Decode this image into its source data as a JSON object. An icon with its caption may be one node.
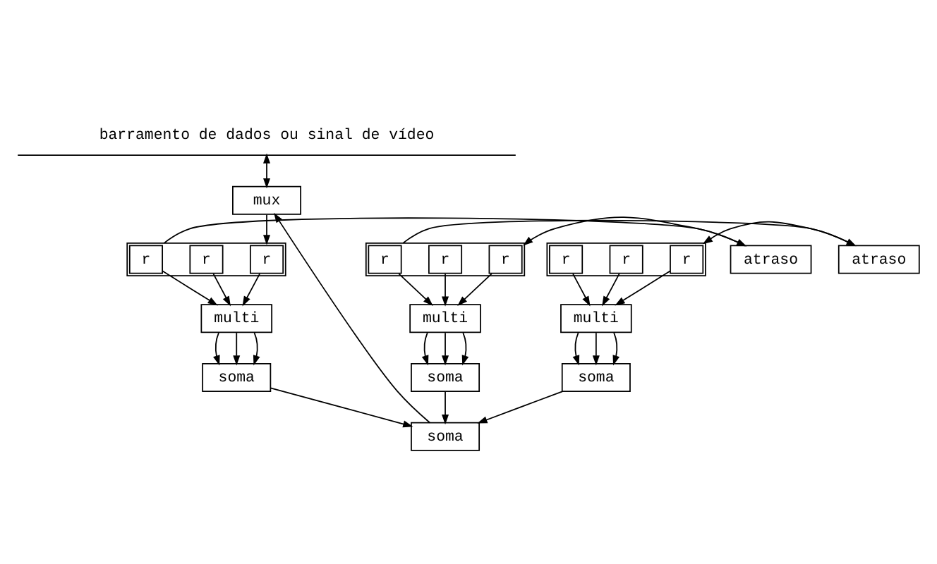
{
  "diagram": {
    "nodes": [
      {
        "text": [
          "barramento de dados ou sinal de vídeo"
        ]
      },
      {
        "text": [
          "mux"
        ]
      },
      {
        "text": [],
        "shape": "box"
      },
      {
        "text": [
          "r"
        ],
        "in": 2
      },
      {
        "text": [
          "r"
        ],
        "in": 2
      },
      {
        "text": [
          "r"
        ],
        "in": 2
      },
      {
        "text": [
          "atraso"
        ]
      },
      {
        "text": [],
        "shape": "box"
      },
      {
        "text": [
          "r"
        ],
        "in": 7
      },
      {
        "text": [
          "r"
        ],
        "in": 7
      },
      {
        "text": [
          "r"
        ],
        "in": 7
      },
      {
        "text": [
          "atraso"
        ]
      },
      {
        "text": [],
        "shape": "box"
      },
      {
        "text": [
          "r"
        ],
        "in": 12
      },
      {
        "text": [
          "r"
        ],
        "in": 12
      },
      {
        "text": [
          "r"
        ],
        "in": 12
      },
      {
        "text": [
          "multi"
        ]
      },
      {
        "text": [
          "multi"
        ]
      },
      {
        "text": [
          "multi"
        ]
      },
      {
        "text": [
          "soma"
        ]
      },
      {
        "text": [
          "soma"
        ]
      },
      {
        "text": [
          "soma"
        ]
      },
      {
        "text": [
          "soma"
        ]
      }
    ],
    "edges": [
      {
        "from": 0,
        "to": 1,
        "arrow": "both"
      },
      {
        "from": 1,
        "to": 2,
        "arrow": "to"
      },
      {
        "from": 2,
        "to": 6,
        "arrow": "to"
      },
      {
        "from": 6,
        "to": 7,
        "arrow": "to"
      },
      {
        "from": 7,
        "to": 11,
        "arrow": "to"
      },
      {
        "from": 11,
        "to": 12,
        "arrow": "to"
      },
      {
        "from": 3,
        "to": 16,
        "arrow": "to"
      },
      {
        "from": 4,
        "to": 16,
        "arrow": "to"
      },
      {
        "from": 5,
        "to": 16,
        "arrow": "to"
      },
      {
        "from": 8,
        "to": 17,
        "arrow": "to"
      },
      {
        "from": 9,
        "to": 17,
        "arrow": "to"
      },
      {
        "from": 10,
        "to": 17,
        "arrow": "to"
      },
      {
        "from": 13,
        "to": 18,
        "arrow": "to"
      },
      {
        "from": 14,
        "to": 18,
        "arrow": "to"
      },
      {
        "from": 15,
        "to": 18,
        "arrow": "to"
      },
      {
        "from": 16,
        "to": 19,
        "arrow": "to"
      },
      {
        "from": 16,
        "to": 19,
        "arrow": "to"
      },
      {
        "from": 16,
        "to": 19,
        "arrow": "to"
      },
      {
        "from": 17,
        "to": 20,
        "arrow": "to"
      },
      {
        "from": 17,
        "to": 20,
        "arrow": "to"
      },
      {
        "from": 17,
        "to": 20,
        "arrow": "to"
      },
      {
        "from": 18,
        "to": 21,
        "arrow": "to"
      },
      {
        "from": 18,
        "to": 21,
        "arrow": "to"
      },
      {
        "from": 18,
        "to": 21,
        "arrow": "to"
      },
      {
        "from": 19,
        "to": 22,
        "arrow": "to"
      },
      {
        "from": 20,
        "to": 22,
        "arrow": "to"
      },
      {
        "from": 21,
        "to": 22,
        "arrow": "to"
      },
      {
        "from": 22,
        "to": 1,
        "arrow": "to"
      }
    ]
  }
}
